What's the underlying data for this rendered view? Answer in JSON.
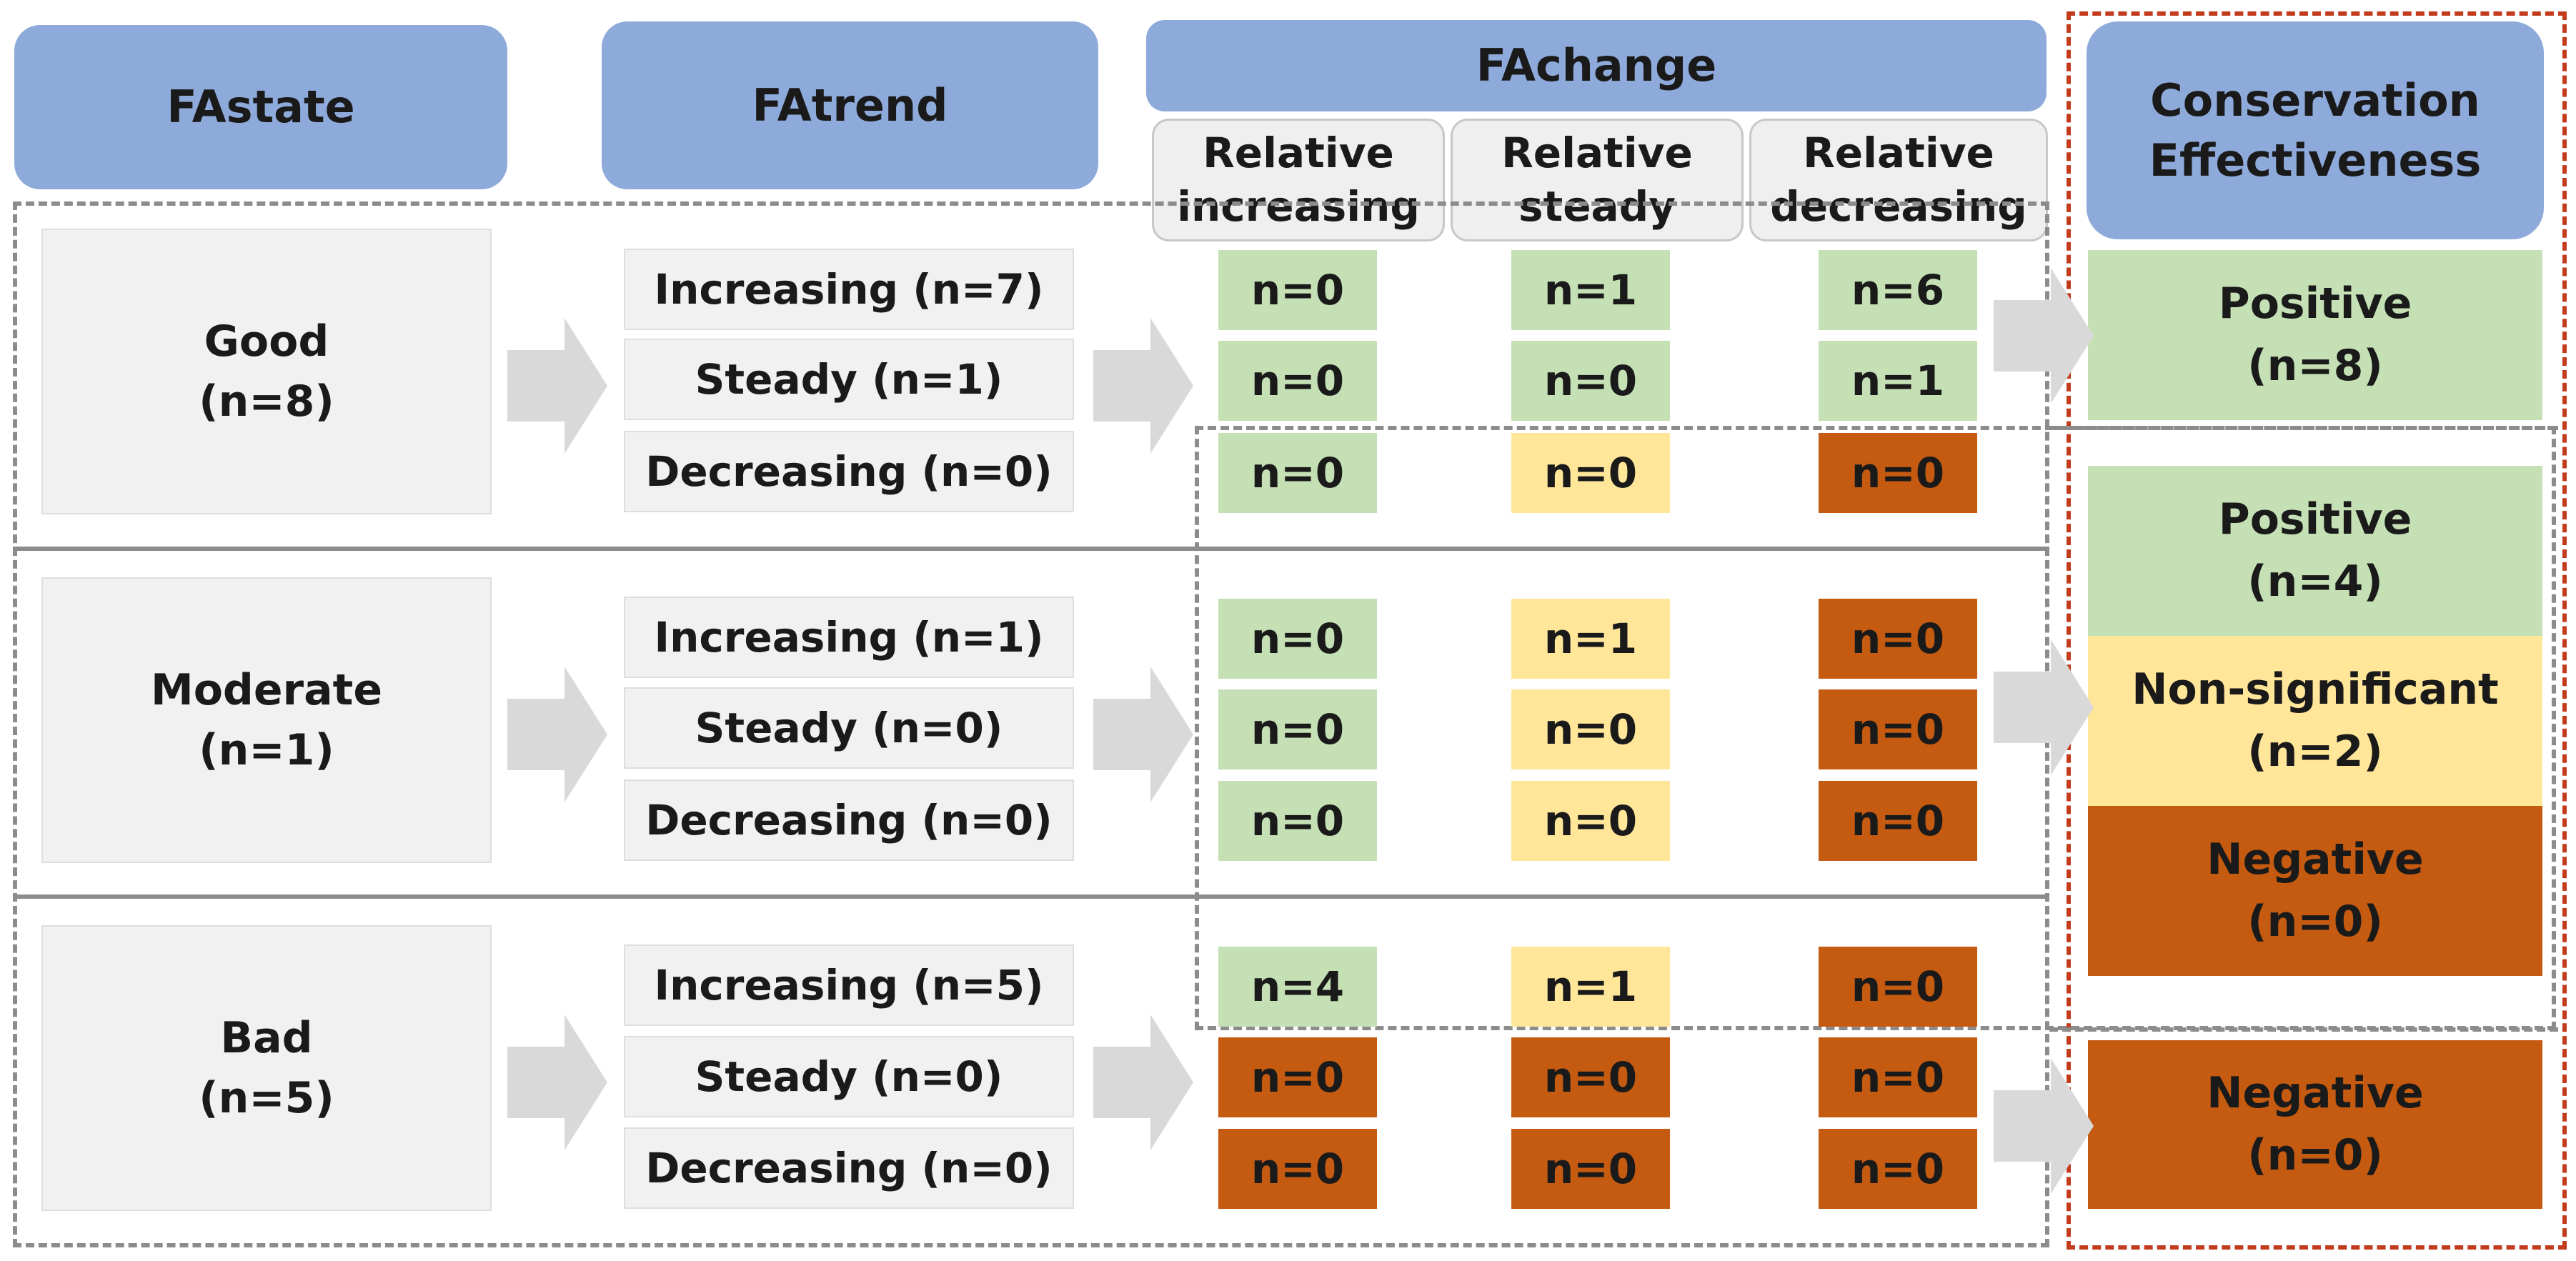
{
  "headers": {
    "fastate": "FAstate",
    "fatrend": "FAtrend",
    "fachange": "FAchange",
    "rel_increasing": "Relative increasing",
    "rel_steady": "Relative steady",
    "rel_decreasing": "Relative decreasing",
    "conservation": "Conservation Effectiveness"
  },
  "states": [
    {
      "label": "Good\n(n=8)"
    },
    {
      "label": "Moderate\n(n=1)"
    },
    {
      "label": "Bad\n(n=5)"
    }
  ],
  "trends": [
    [
      "Increasing (n=7)",
      "Steady (n=1)",
      "Decreasing (n=0)"
    ],
    [
      "Increasing (n=1)",
      "Steady (n=0)",
      "Decreasing (n=0)"
    ],
    [
      "Increasing (n=5)",
      "Steady (n=0)",
      "Decreasing (n=0)"
    ]
  ],
  "changes": [
    [
      [
        "n=0",
        "n=1",
        "n=6"
      ],
      [
        "n=0",
        "n=0",
        "n=1"
      ],
      [
        "n=0",
        "n=0",
        "n=0"
      ]
    ],
    [
      [
        "n=0",
        "n=1",
        "n=0"
      ],
      [
        "n=0",
        "n=0",
        "n=0"
      ],
      [
        "n=0",
        "n=0",
        "n=0"
      ]
    ],
    [
      [
        "n=4",
        "n=1",
        "n=0"
      ],
      [
        "n=0",
        "n=0",
        "n=0"
      ],
      [
        "n=0",
        "n=0",
        "n=0"
      ]
    ]
  ],
  "effectiveness": {
    "positive_top": "Positive\n(n=8)",
    "positive_mid": "Positive\n(n=4)",
    "nonsig_mid": "Non-significant\n(n=2)",
    "negative_mid": "Negative\n(n=0)",
    "negative_bottom": "Negative\n(n=0)"
  },
  "colors": {
    "header_blue": "#8eaadb",
    "positive_green": "#c5e0b4",
    "nonsig_yellow": "#ffe699",
    "negative_orange": "#c55a11",
    "dash_gray": "#8c8c8c",
    "dash_red": "#c23b1d"
  }
}
